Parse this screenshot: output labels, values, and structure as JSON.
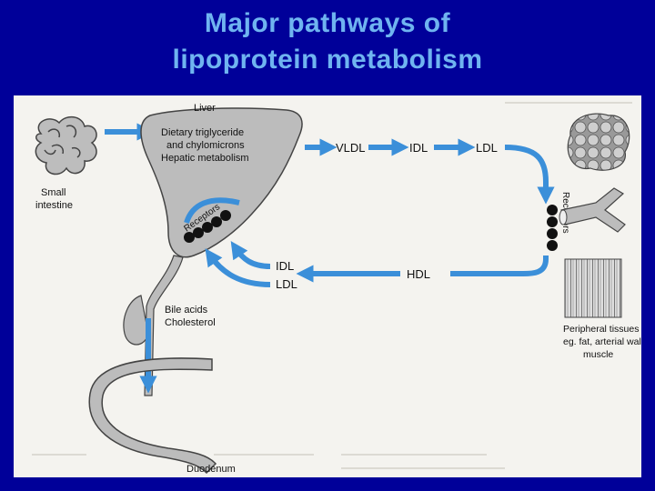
{
  "title": {
    "line1": "Major pathways of",
    "line2": "lipoprotein metabolism"
  },
  "colors": {
    "background": "#000099",
    "title": "#6fb4f0",
    "arrow": "#3b8fd9",
    "organ": "#b9b9b9",
    "figure_bg": "#f4f3ef"
  },
  "diagram": {
    "liver_label": "Liver",
    "liver_text": [
      "Dietary triglyceride",
      "and chylomicrons",
      "Hepatic metabolism"
    ],
    "small_intestine": [
      "Small",
      "intestine"
    ],
    "receptors_liver": "Receptors",
    "receptors_tissue": "Receptors",
    "vldl": "VLDL",
    "idl_top": "IDL",
    "ldl_top": "LDL",
    "idl_return": "IDL",
    "ldl_return": "LDL",
    "hdl": "HDL",
    "bile": [
      "Bile acids",
      "Cholesterol"
    ],
    "peripheral": [
      "Peripheral tissues",
      "eg. fat, arterial wall,",
      "muscle"
    ],
    "duodenum": "Duodenum"
  }
}
